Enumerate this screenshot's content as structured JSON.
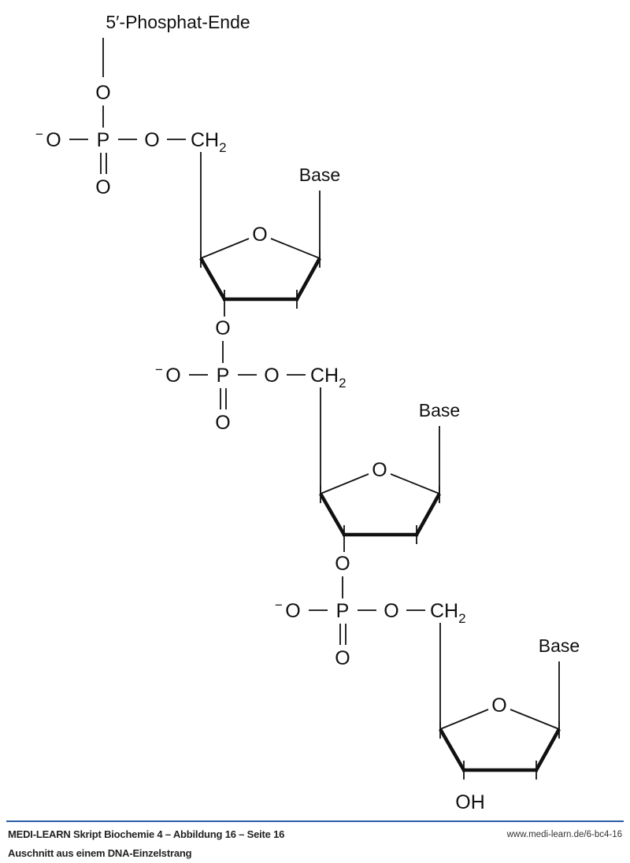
{
  "diagram": {
    "title": "5′-Phosphat-Ende",
    "atoms": {
      "oxygen": "O",
      "phosphorus": "P",
      "minus": "−",
      "ch": "CH",
      "two": "2",
      "base": "Base",
      "oh": "OH"
    }
  },
  "footer": {
    "caption": "MEDI-LEARN Skript Biochemie 4 – Abbildung 16 – Seite 16",
    "subtitle": "Auschnitt aus einem DNA-Einzelstrang",
    "url": "www.medi-learn.de/6-bc4-16",
    "rule_color": "#2b5ca8"
  }
}
